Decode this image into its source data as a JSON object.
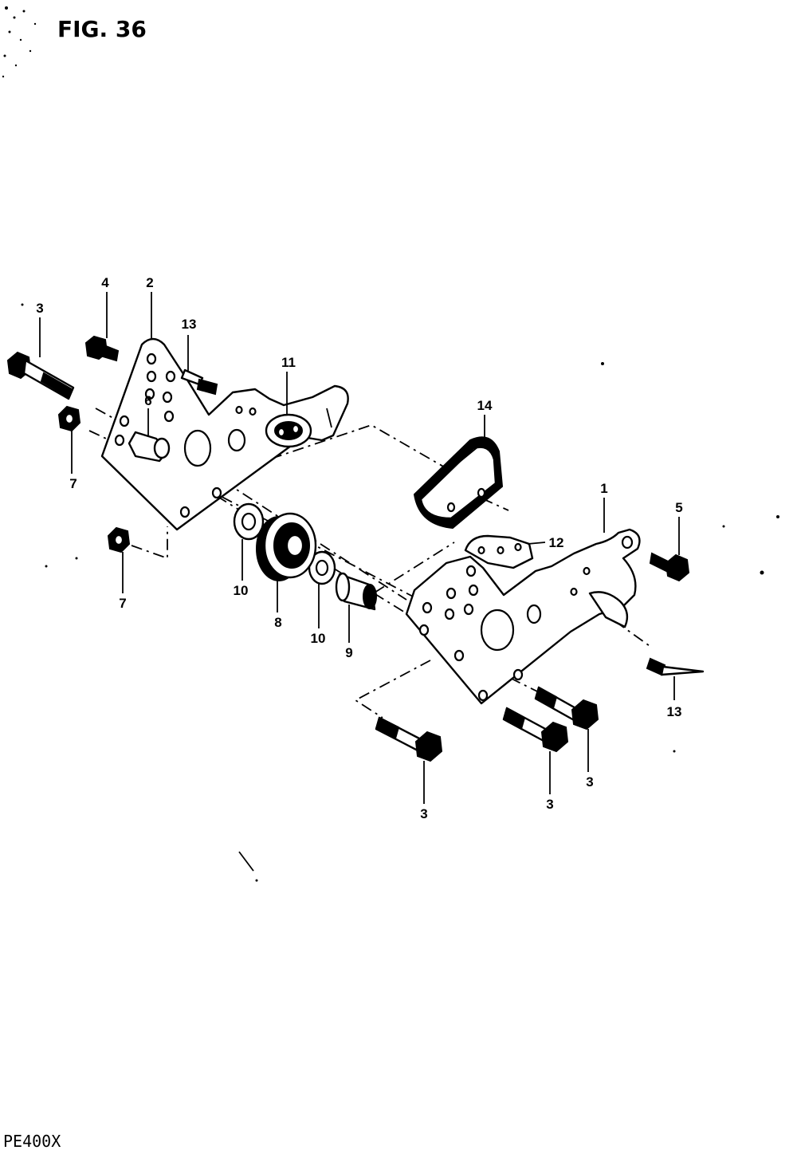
{
  "figure": {
    "title": "FIG. 36",
    "model": "PE400X"
  },
  "callouts": [
    {
      "id": "c1",
      "text": "1"
    },
    {
      "id": "c2",
      "text": "2"
    },
    {
      "id": "c3a",
      "text": "3"
    },
    {
      "id": "c3b",
      "text": "3"
    },
    {
      "id": "c3c",
      "text": "3"
    },
    {
      "id": "c3d",
      "text": "3"
    },
    {
      "id": "c4",
      "text": "4"
    },
    {
      "id": "c5",
      "text": "5"
    },
    {
      "id": "c6",
      "text": "6"
    },
    {
      "id": "c7a",
      "text": "7"
    },
    {
      "id": "c7b",
      "text": "7"
    },
    {
      "id": "c8",
      "text": "8"
    },
    {
      "id": "c9",
      "text": "9"
    },
    {
      "id": "c10a",
      "text": "10"
    },
    {
      "id": "c10b",
      "text": "10"
    },
    {
      "id": "c11",
      "text": "11"
    },
    {
      "id": "c12",
      "text": "12"
    },
    {
      "id": "c13a",
      "text": "13"
    },
    {
      "id": "c13b",
      "text": "13"
    },
    {
      "id": "c14",
      "text": "14"
    }
  ]
}
